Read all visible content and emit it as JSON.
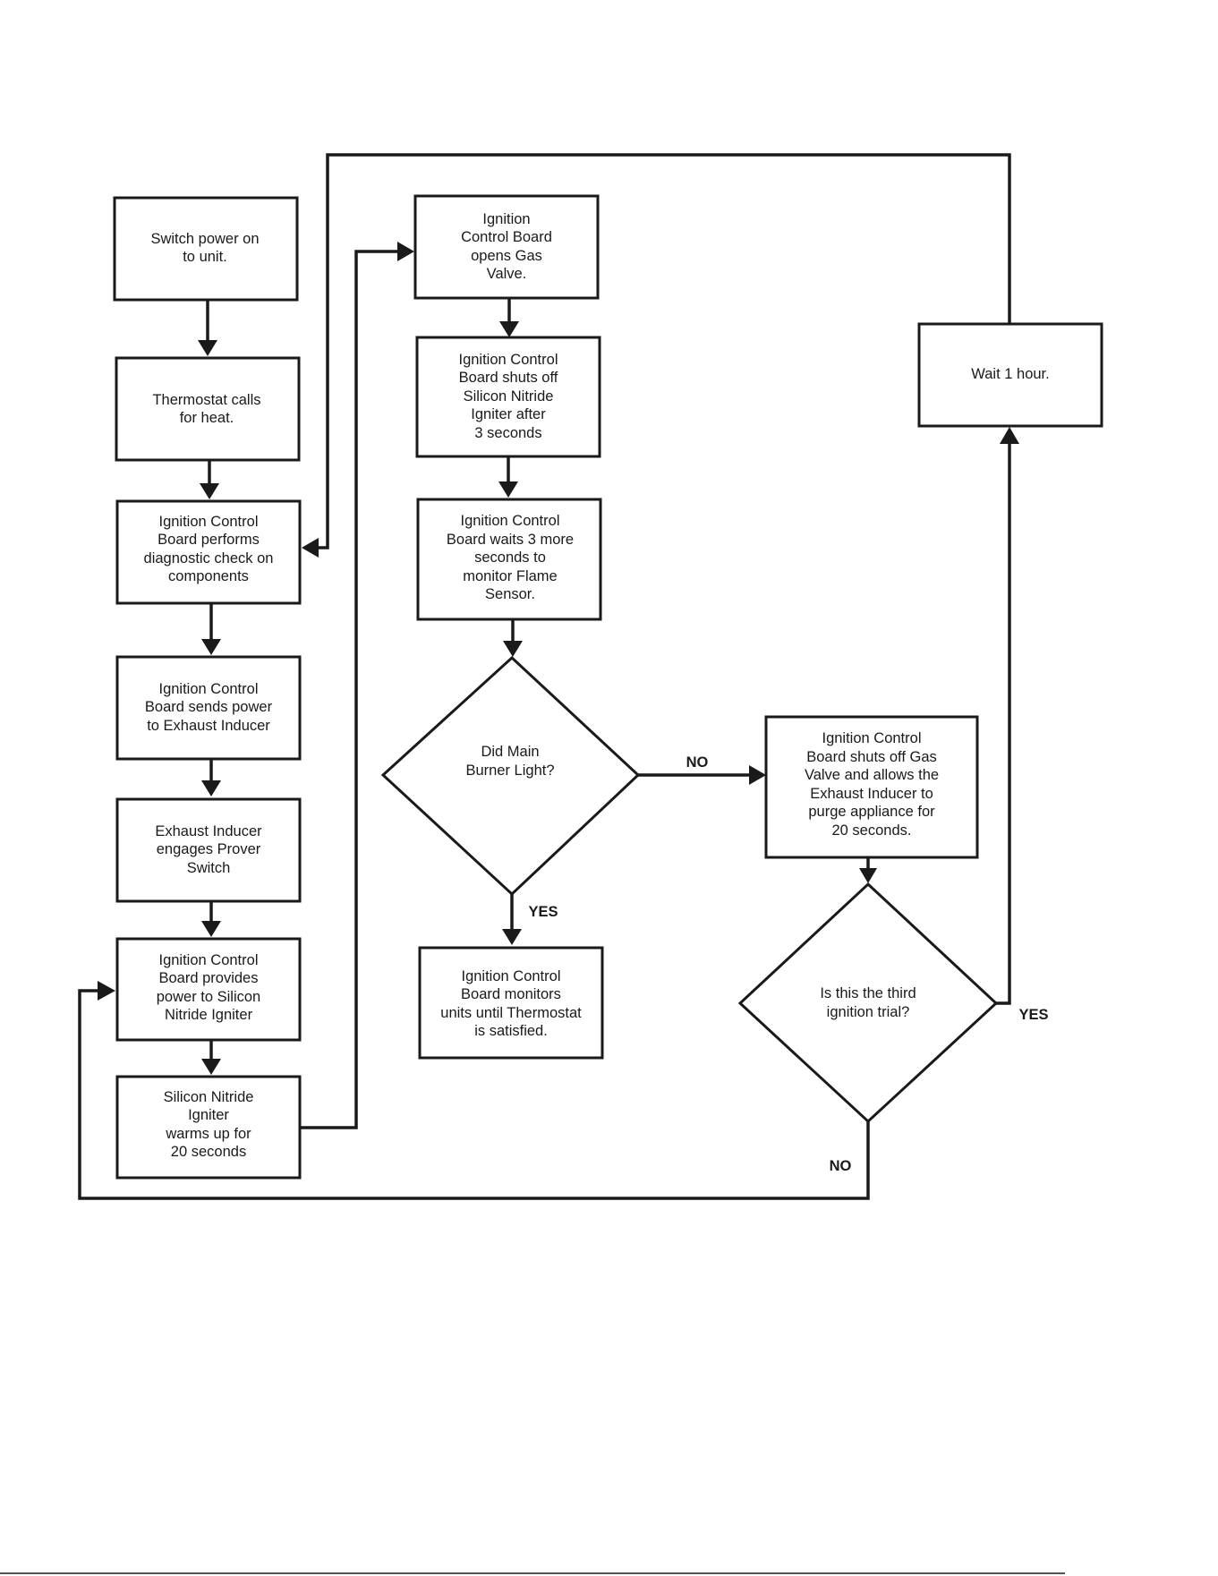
{
  "nodes": {
    "switch_power": [
      "Switch power on",
      "to unit."
    ],
    "thermostat": [
      "Thermostat calls",
      "for heat."
    ],
    "diagnostic": [
      "Ignition Control",
      "Board performs",
      "diagnostic check on",
      "components"
    ],
    "exhaust_power": [
      "Ignition Control",
      "Board sends power",
      "to Exhaust Inducer"
    ],
    "prover": [
      "Exhaust Inducer",
      "engages Prover",
      "Switch"
    ],
    "igniter_power": [
      "Ignition Control",
      "Board provides",
      "power to Silicon",
      "Nitride Igniter"
    ],
    "warmup": [
      "Silicon Nitride",
      "Igniter",
      "warms up for",
      "20 seconds"
    ],
    "open_gas": [
      "Ignition",
      "Control Board",
      "opens Gas",
      "Valve."
    ],
    "shut_igniter": [
      "Ignition Control",
      "Board shuts off",
      "Silicon Nitride",
      "Igniter after",
      "3 seconds"
    ],
    "wait_sensor": [
      "Ignition Control",
      "Board waits 3 more",
      "seconds to",
      "monitor Flame",
      "Sensor."
    ],
    "burner_decision": [
      "Did Main",
      "Burner Light?"
    ],
    "monitor": [
      "Ignition Control",
      "Board monitors",
      "units until Thermostat",
      "is satisfied."
    ],
    "purge": [
      "Ignition Control",
      "Board shuts off Gas",
      "Valve and allows the",
      "Exhaust Inducer to",
      "purge appliance for",
      "20 seconds."
    ],
    "third_trial": [
      "Is this the third",
      "ignition trial?"
    ],
    "wait_hour": [
      "Wait 1 hour."
    ]
  },
  "edge_labels": {
    "burner_no": "NO",
    "burner_yes": "YES",
    "trial_yes": "YES",
    "trial_no": "NO"
  },
  "colors": {
    "line": "#1a1a1a",
    "background": "#ffffff"
  }
}
